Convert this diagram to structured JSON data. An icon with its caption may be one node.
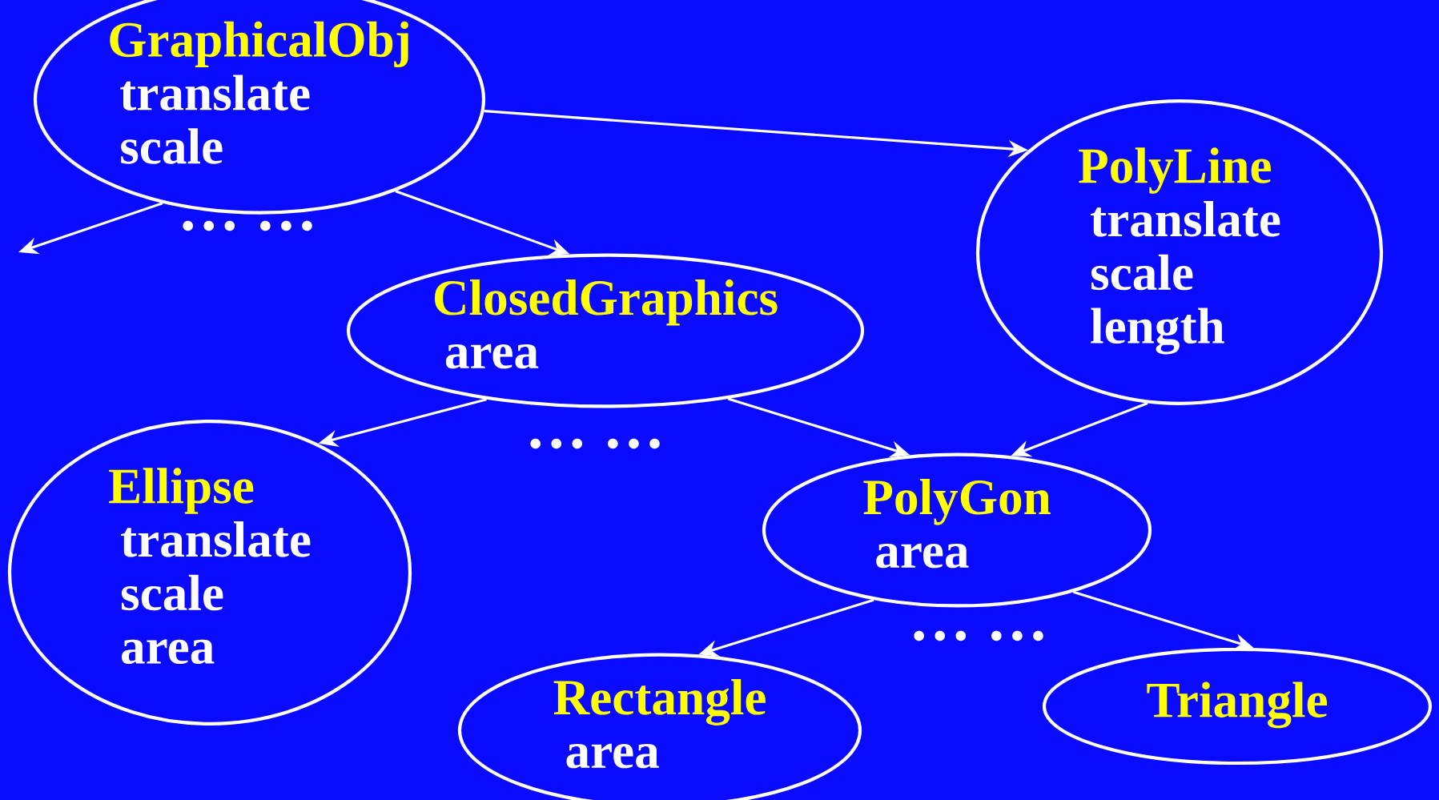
{
  "diagram": {
    "nodes": [
      {
        "text": [
          "GraphicalObj",
          "translate",
          "scale"
        ]
      },
      {
        "text": [
          "PolyLine",
          "translate",
          "scale",
          "length"
        ]
      },
      {
        "text": [
          "ClosedGraphics",
          "area"
        ]
      },
      {
        "text": [
          "Ellipse",
          "translate",
          "scale",
          "area"
        ]
      },
      {
        "text": [
          "PolyGon",
          "area"
        ]
      },
      {
        "text": [
          "Rectangle",
          "area"
        ]
      },
      {
        "text": [
          "Triangle"
        ]
      }
    ],
    "edges": [
      {
        "from": 0,
        "to": null,
        "arrow": "to"
      },
      {
        "from": 0,
        "to": 2,
        "arrow": "to"
      },
      {
        "from": 0,
        "to": 1,
        "arrow": "to"
      },
      {
        "from": 2,
        "to": 3,
        "arrow": "to"
      },
      {
        "from": 2,
        "to": 4,
        "arrow": "to"
      },
      {
        "from": 1,
        "to": 4,
        "arrow": "to"
      },
      {
        "from": 4,
        "to": 5,
        "arrow": "to"
      },
      {
        "from": 4,
        "to": 6,
        "arrow": "to"
      }
    ],
    "labels": [
      "… …",
      "… …",
      "… …"
    ]
  }
}
